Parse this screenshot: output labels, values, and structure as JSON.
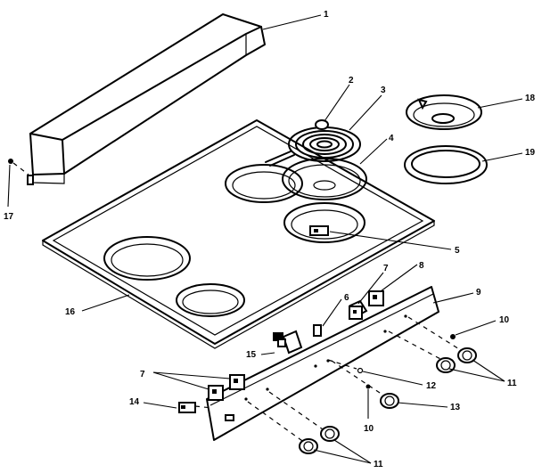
{
  "callouts": {
    "c1": "1",
    "c2": "2",
    "c3": "3",
    "c4": "4",
    "c5": "5",
    "c6": "6",
    "c7a": "7",
    "c7b": "7",
    "c8": "8",
    "c9": "9",
    "c10a": "10",
    "c10b": "10",
    "c11a": "11",
    "c11b": "11",
    "c12": "12",
    "c13": "13",
    "c14": "14",
    "c15": "15",
    "c16": "16",
    "c17": "17",
    "c18": "18",
    "c19": "19"
  }
}
